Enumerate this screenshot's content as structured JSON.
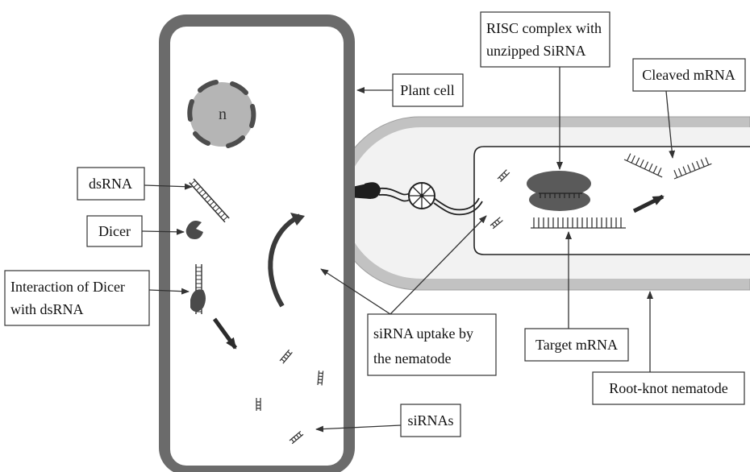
{
  "labels": {
    "plant_cell": "Plant cell",
    "nucleus": "n",
    "dsrna": "dsRNA",
    "dicer": "Dicer",
    "interaction_line1": "Interaction of Dicer",
    "interaction_line2": "with dsRNA",
    "risc_line1": "RISC complex with",
    "risc_line2": "unzipped SiRNA",
    "cleaved_mrna": "Cleaved mRNA",
    "sirna_uptake_line1": "siRNA uptake by",
    "sirna_uptake_line2": "the nematode",
    "target_mrna": "Target mRNA",
    "sirnas": "siRNAs",
    "root_knot_nematode": "Root-knot nematode"
  },
  "colors": {
    "cell_wall": "#6b6b6b",
    "cell_interior": "#ffffff",
    "nucleus_fill": "#b5b5b5",
    "nucleus_membrane": "#4d4d4d",
    "nematode_outer": "#c2c2c2",
    "nematode_inner": "#f2f2f2",
    "dicer": "#4a4a4a",
    "risc": "#5a5a5a"
  }
}
